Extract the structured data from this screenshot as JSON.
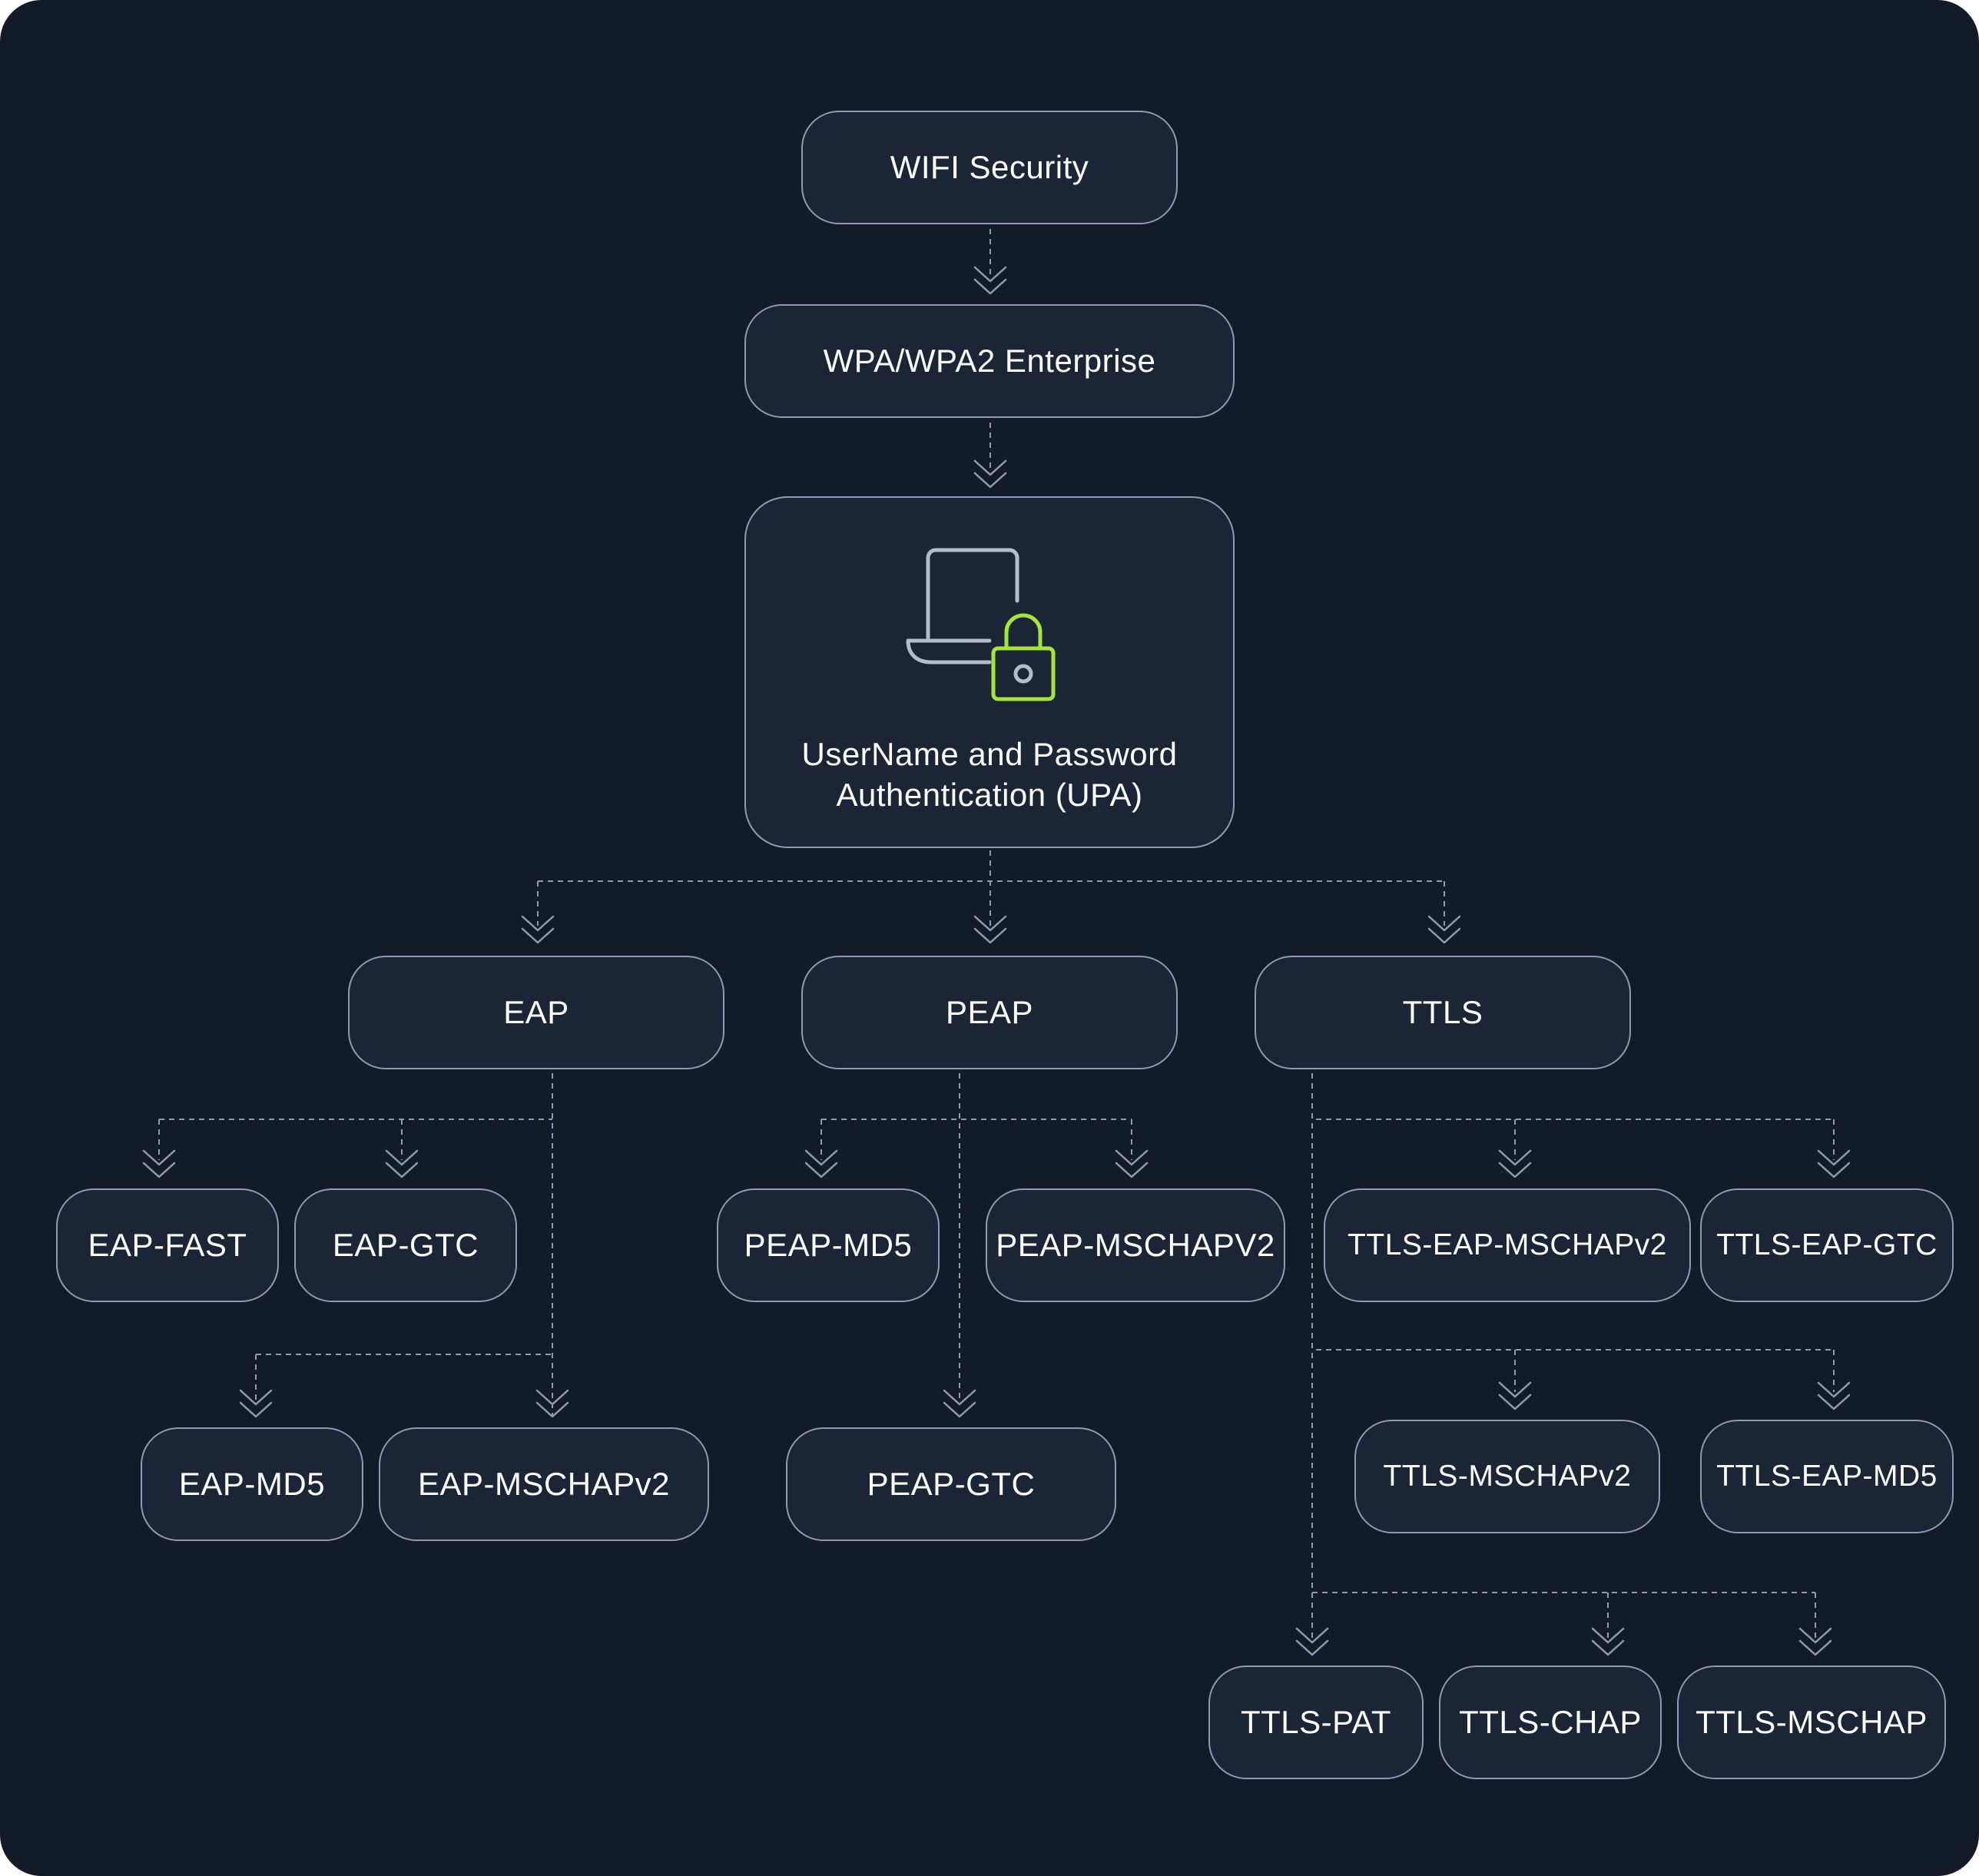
{
  "title": "WIFI Security",
  "colors": {
    "background": "#131b28",
    "node_fill": "#1b2535",
    "node_border": "#8f9bb0",
    "connector": "#8f9bb0",
    "lock_accent": "#a3e635",
    "text": "#ffffff"
  },
  "nodes": {
    "wifi_security": "WIFI Security",
    "wpa_enterprise": "WPA/WPA2 Enterprise",
    "upa_line1": "UserName and Password",
    "upa_line2": "Authentication (UPA)",
    "eap": "EAP",
    "peap": "PEAP",
    "ttls": "TTLS",
    "eap_fast": "EAP-FAST",
    "eap_gtc": "EAP-GTC",
    "eap_md5": "EAP-MD5",
    "eap_mschapv2": "EAP-MSCHAPv2",
    "peap_md5": "PEAP-MD5",
    "peap_mschapv2": "PEAP-MSCHAPV2",
    "peap_gtc": "PEAP-GTC",
    "ttls_eap_mschapv2": "TTLS-EAP-MSCHAPv2",
    "ttls_eap_gtc": "TTLS-EAP-GTC",
    "ttls_mschapv2": "TTLS-MSCHAPv2",
    "ttls_eap_md5": "TTLS-EAP-MD5",
    "ttls_pat": "TTLS-PAT",
    "ttls_chap": "TTLS-CHAP",
    "ttls_mschap": "TTLS-MSCHAP"
  },
  "icons": {
    "upa": "laptop-lock-icon"
  }
}
